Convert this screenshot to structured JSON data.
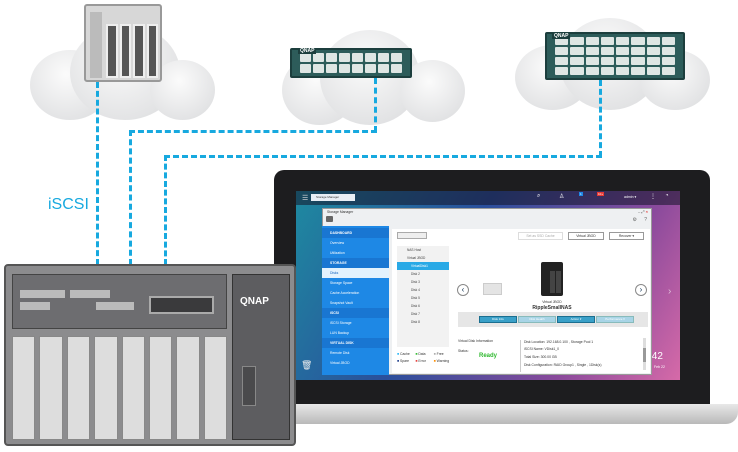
{
  "diagram": {
    "protocol_label": "iSCSI",
    "brand": "QNAP"
  },
  "colors": {
    "link": "#17a9df",
    "sidebar": "#1e88e5",
    "ready": "#2eb82e"
  },
  "taskbar": {
    "app_tab": "Storage Manager",
    "user": "admin ▾",
    "badges": {
      "notifications": "1",
      "events": "10+"
    }
  },
  "window": {
    "title": "Storage Manager",
    "sidebar": [
      {
        "label": "DASHBOARD",
        "type": "section"
      },
      {
        "label": "Overview"
      },
      {
        "label": "Utilization"
      },
      {
        "label": "STORAGE",
        "type": "section"
      },
      {
        "label": "Disks",
        "active": true
      },
      {
        "label": "Storage Space"
      },
      {
        "label": "Cache Acceleration"
      },
      {
        "label": "Snapshot Vault"
      },
      {
        "label": "iSCSI",
        "type": "section"
      },
      {
        "label": "iSCSI Storage"
      },
      {
        "label": "LUN Backup"
      },
      {
        "label": "VIRTUAL DISK",
        "type": "section"
      },
      {
        "label": "Remote Disk"
      },
      {
        "label": "Virtual JBOD"
      }
    ],
    "toolbar": {
      "ssd_cache": "Set as SSD Cache",
      "virtual_jbod": "Virtual JBOD",
      "recover": "Recover ▾"
    },
    "tree": [
      "NAS Host",
      "Virtual JBOD",
      "VirtualDisk1",
      "Disk 2",
      "Disk 3",
      "Disk 4",
      "Disk 5",
      "Disk 6",
      "Disk 7",
      "Disk 8"
    ],
    "legend": [
      "Cache",
      "Data",
      "Free",
      "Spare",
      "Error",
      "Warning"
    ],
    "device": {
      "type": "Virtual JBOD",
      "name": "RippleSmallNAS"
    },
    "actions": [
      "Disk Info",
      "Disk Health",
      "Action ▾",
      "Performance ▾"
    ],
    "info": {
      "heading": "Virtual Disk Information",
      "status_label": "Status:",
      "status": "Ready",
      "lines": [
        "Disk Location: 192.168.0.100 , Storage Pool 1",
        "iSCSI Name: VDisk1_0",
        "Total Size: 300.00 GB",
        "Disk Configuration: RAID Group1 , Single , 1Disk(s)"
      ]
    }
  },
  "clock": {
    "time": ":42",
    "date": "Feb 22"
  }
}
